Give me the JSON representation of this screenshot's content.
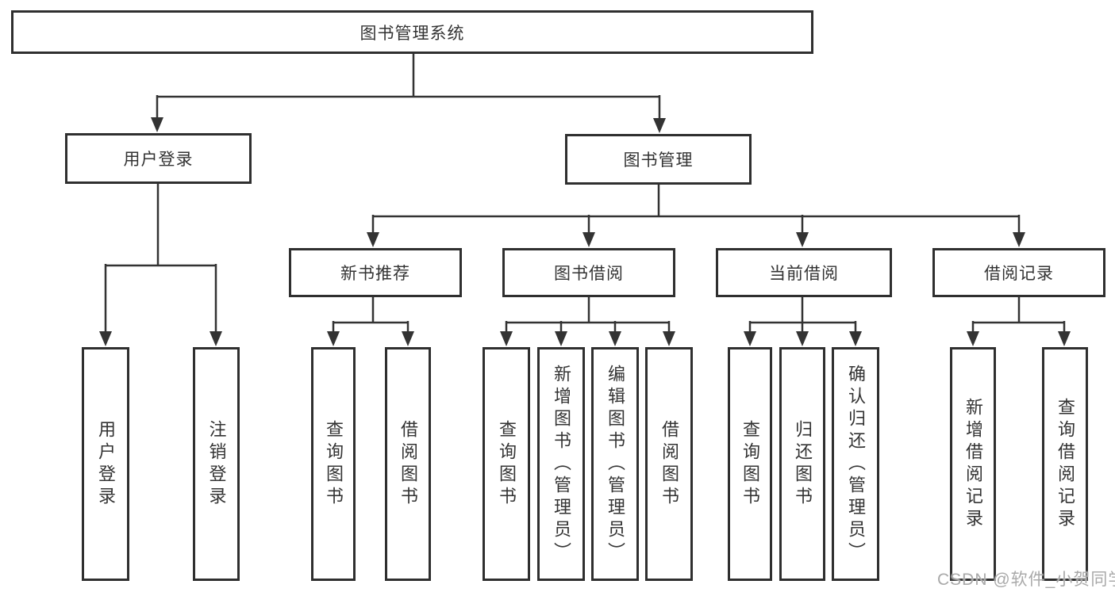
{
  "diagram": {
    "root": {
      "label": "图书管理系统"
    },
    "branches": [
      {
        "label": "用户登录",
        "leaves": [
          {
            "label": "用户登录"
          },
          {
            "label": "注销登录"
          }
        ]
      },
      {
        "label": "图书管理",
        "subbranches": [
          {
            "label": "新书推荐",
            "leaves": [
              {
                "label": "查询图书"
              },
              {
                "label": "借阅图书"
              }
            ]
          },
          {
            "label": "图书借阅",
            "leaves": [
              {
                "label": "查询图书"
              },
              {
                "label": "新增图书（管理员）"
              },
              {
                "label": "编辑图书（管理员）"
              },
              {
                "label": "借阅图书"
              }
            ]
          },
          {
            "label": "当前借阅",
            "leaves": [
              {
                "label": "查询图书"
              },
              {
                "label": "归还图书"
              },
              {
                "label": "确认归还（管理员）"
              }
            ]
          },
          {
            "label": "借阅记录",
            "leaves": [
              {
                "label": "新增借阅记录"
              },
              {
                "label": "查询借阅记录"
              }
            ]
          }
        ]
      }
    ],
    "watermark": "CSDN @软件_小贺同学",
    "colors": {
      "line": "#333333",
      "box_border": "#2f2f2f",
      "text": "#333333",
      "background": "#ffffff",
      "watermark": "#a9a9a9"
    }
  }
}
